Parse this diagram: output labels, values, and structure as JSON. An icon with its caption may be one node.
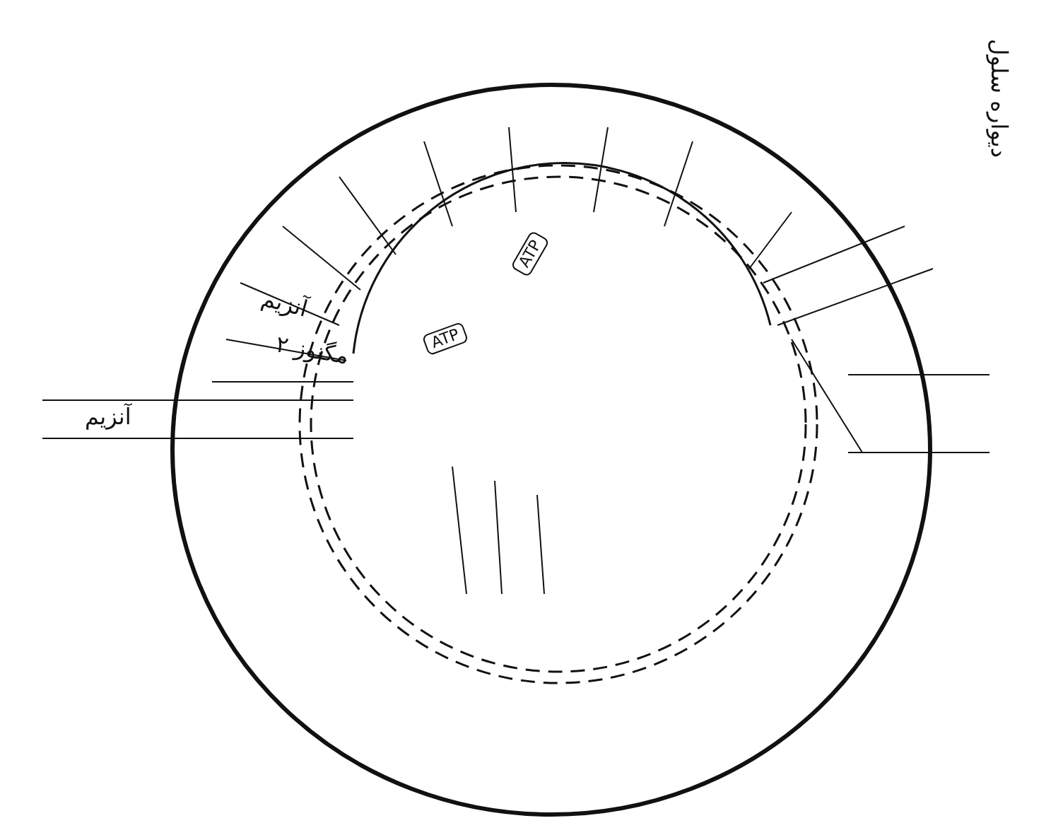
{
  "diagram": {
    "labels": [
      "دیواره سلول",
      "ATP",
      "ATP",
      "آنزیم",
      "۲ مگنوز",
      "آنزیم"
    ]
  }
}
